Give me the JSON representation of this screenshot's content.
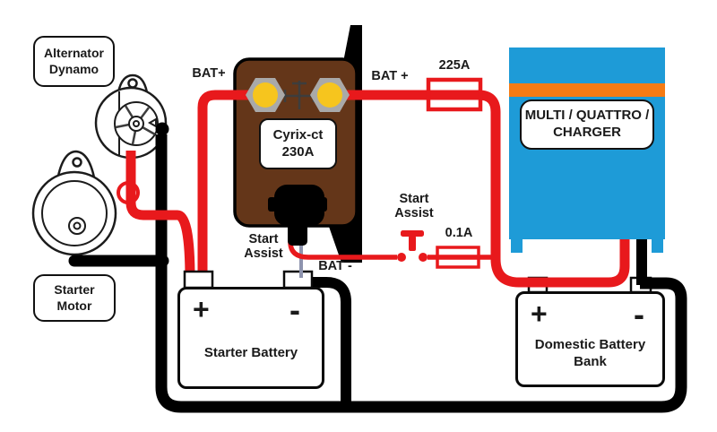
{
  "colors": {
    "wire_red": "#E8191C",
    "wire_black": "#000000",
    "relay_brown": "#643619",
    "terminal_nut": "#A9A9A9",
    "terminal_stud": "#F6C51E",
    "charger_blue": "#1E9BD7",
    "charger_stripe": "#F57B14",
    "signal_wire": "#8E94AE",
    "ink": "#1a1a1a",
    "paper": "#ffffff"
  },
  "boxes": {
    "alternator": {
      "line1": "Alternator",
      "line2": "Dynamo"
    },
    "starter_motor": {
      "line1": "Starter",
      "line2": "Motor"
    },
    "relay": {
      "line1": "Cyrix-ct",
      "line2": "230A"
    },
    "charger": {
      "line1": "MULTI / QUATTRO /",
      "line2": "CHARGER"
    },
    "starter_battery": {
      "name": "Starter Battery",
      "plus": "+",
      "minus": "-"
    },
    "domestic_battery": {
      "line1": "Domestic Battery",
      "line2": "Bank",
      "plus": "+",
      "minus": "-"
    }
  },
  "annotations": {
    "bat_plus_left": "BAT+",
    "bat_plus_right": "BAT +",
    "main_fuse": "225A",
    "assist_fuse": "0.1A",
    "bat_minus": "BAT -",
    "start_assist_upper": {
      "line1": "Start",
      "line2": "Assist"
    },
    "start_assist_lower": {
      "line1": "Start",
      "line2": "Assist"
    }
  }
}
